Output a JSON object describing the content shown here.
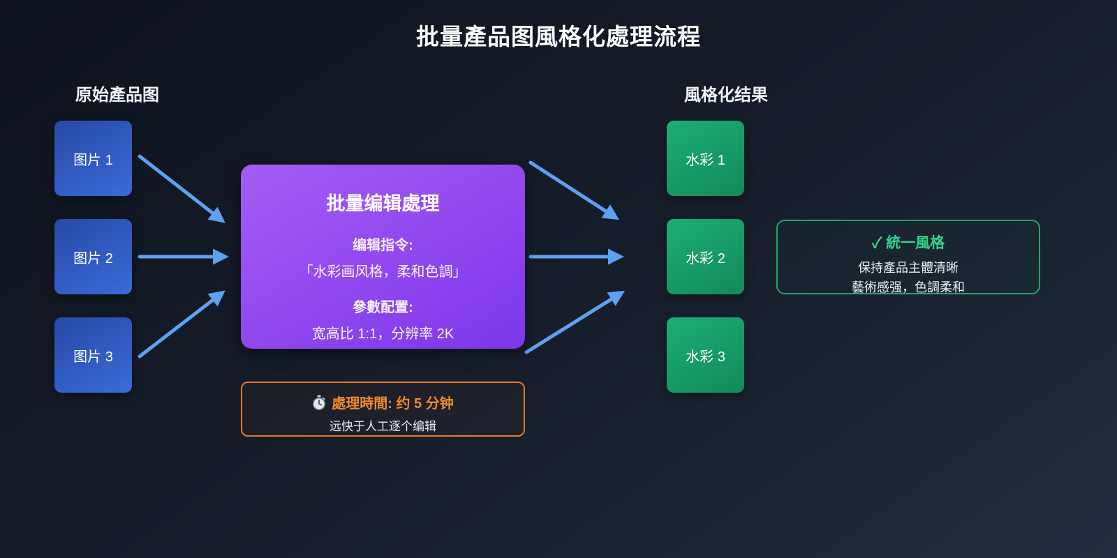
{
  "title": "批量產品图風格化處理流程",
  "left_column": {
    "label": "原始產品图",
    "items": [
      {
        "label": "图片 1"
      },
      {
        "label": "图片 2"
      },
      {
        "label": "图片 3"
      }
    ]
  },
  "process_box": {
    "title": "批量编辑處理",
    "instruction_label": "编辑指令:",
    "instruction_value": "「水彩画风格，柔和色調」",
    "params_label": "參數配置:",
    "params_value": "宽高比 1:1，分辨率 2K"
  },
  "time_note": {
    "icon": "stopwatch-icon",
    "title": "處理時間: 约 5 分钟",
    "subtitle": "远快于人工逐个编辑"
  },
  "right_column": {
    "label": "風格化结果",
    "items": [
      {
        "label": "水彩 1"
      },
      {
        "label": "水彩 2"
      },
      {
        "label": "水彩 3"
      }
    ]
  },
  "result_note": {
    "check": "✓",
    "title": "統一風格",
    "line1": "保持產品主體清晰",
    "line2": "藝術感强，色調柔和"
  },
  "colors": {
    "background_start": "#0e131d",
    "background_end": "#202c3d",
    "arrow": "#5da2f2",
    "blue_box_start": "#264aa6",
    "blue_box_end": "#3a6ad8",
    "purple_box_start": "#a55cf4",
    "purple_box_end": "#7d36ea",
    "green_box_start": "#1cae72",
    "green_box_end": "#128a57",
    "orange_accent": "#e8772a",
    "green_accent": "#35d389"
  }
}
